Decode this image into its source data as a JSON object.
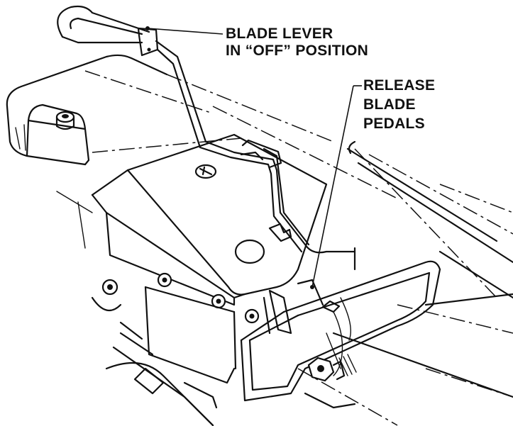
{
  "labels": {
    "blade_lever_line1": "BLADE LEVER",
    "blade_lever_line2": "IN “OFF” POSITION",
    "release_line1": "RELEASE",
    "release_line2": "BLADE",
    "release_line3": "PEDALS"
  },
  "colors": {
    "ink": "#111111",
    "paper": "#ffffff"
  }
}
